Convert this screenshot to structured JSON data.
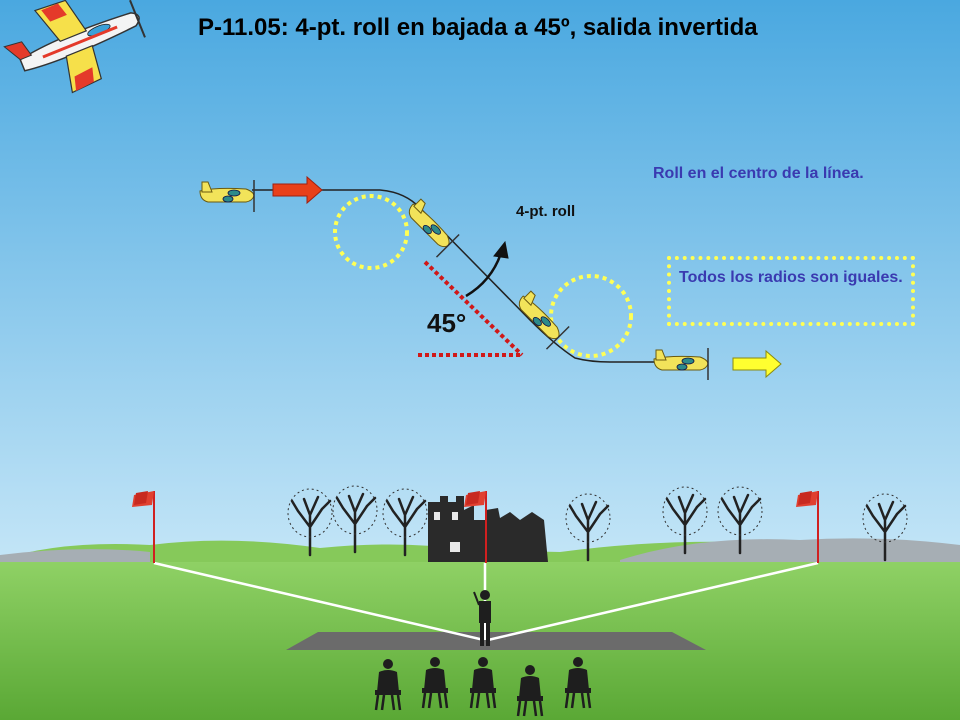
{
  "title": "P-11.05: 4-pt. roll en bajada a 45º, salida invertida",
  "notes": {
    "center": "Roll en el centro de la línea.",
    "radii": "Todos los radios son iguales."
  },
  "labels": {
    "roll": "4-pt. roll",
    "angle": "45°"
  },
  "colors": {
    "sky_top": "#4aa8e0",
    "sky_bottom": "#cde9f7",
    "grass": "#6fbf45",
    "note_text": "#3a3ab0",
    "dotted_yellow": "#ffff55",
    "dotted_red": "#d01818",
    "entry_arrow": "#e8401a",
    "exit_arrow": "#ffff30"
  }
}
